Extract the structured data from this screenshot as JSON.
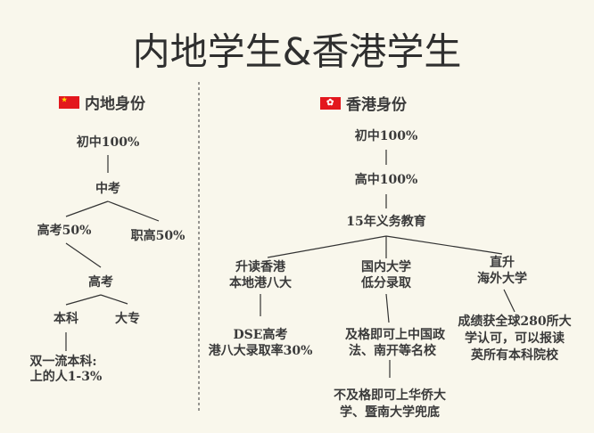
{
  "title": "内地学生&香港学生",
  "left": {
    "header": "内地身份",
    "flag_color": "#e3171d",
    "nodes": {
      "junior": "初中100%",
      "zhongkao": "中考",
      "gaokao50": "高考50%",
      "vocational": "职高50%",
      "gaokao": "高考",
      "bachelor": "本科",
      "college": "大专",
      "top_line1": "双一流本科:",
      "top_line2": "上的人1-3%"
    }
  },
  "right": {
    "header": "香港身份",
    "flag_color": "#e3171d",
    "nodes": {
      "junior": "初中100%",
      "senior": "高中100%",
      "compulsory": "15年义务教育",
      "hk_line1": "升读香港",
      "hk_line2": "本地港八大",
      "mainland_line1": "国内大学",
      "mainland_line2": "低分录取",
      "overseas_line1": "直升",
      "overseas_line2": "海外大学",
      "dse_line1": "DSE高考",
      "dse_line2": "港八大录取率30%",
      "pass_line1": "及格即可上中国政",
      "pass_line2": "法、南开等名校",
      "fail_line1": "不及格即可上华侨大",
      "fail_line2": "学、暨南大学兜底",
      "recog_line1": "成绩获全球280所大",
      "recog_line2": "学认可，可以报读",
      "recog_line3": "英所有本科院校"
    }
  }
}
